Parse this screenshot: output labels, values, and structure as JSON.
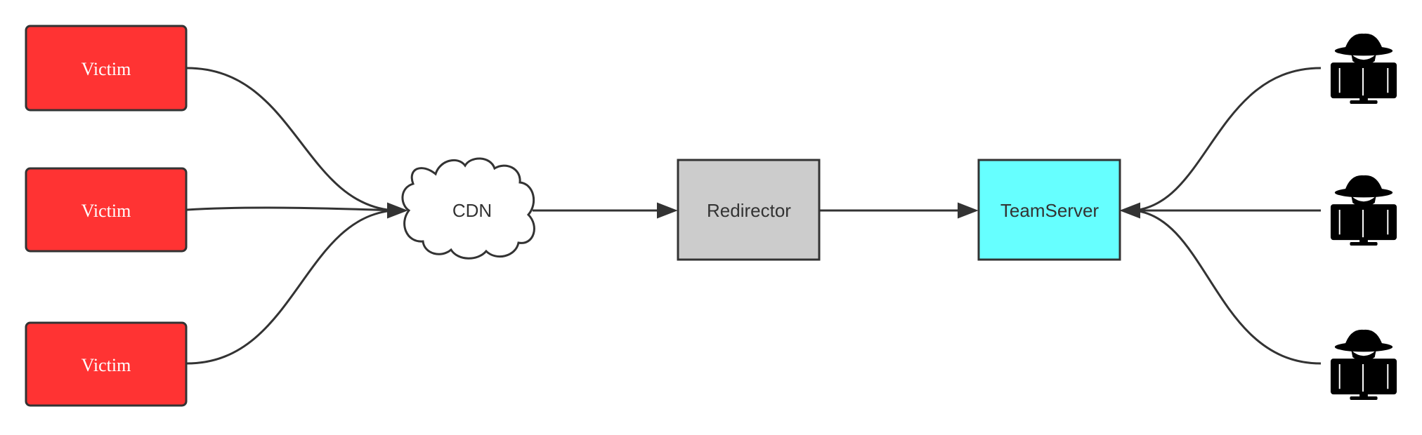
{
  "colors": {
    "victim_fill": "#FF3333",
    "redirector_fill": "#CCCCCC",
    "teamserver_fill": "#66FFFF",
    "cloud_fill": "#FFFFFF",
    "line": "#333333",
    "hacker_icon": "#000000"
  },
  "victims": [
    {
      "label": "Victim"
    },
    {
      "label": "Victim"
    },
    {
      "label": "Victim"
    }
  ],
  "cdn": {
    "label": "CDN",
    "shape": "cloud"
  },
  "redirector": {
    "label": "Redirector"
  },
  "teamserver": {
    "label": "TeamServer"
  },
  "operators": [
    {
      "icon": "hacker-icon"
    },
    {
      "icon": "hacker-icon"
    },
    {
      "icon": "hacker-icon"
    }
  ],
  "edges": [
    {
      "from": "victim-1",
      "to": "cdn"
    },
    {
      "from": "victim-2",
      "to": "cdn"
    },
    {
      "from": "victim-3",
      "to": "cdn"
    },
    {
      "from": "cdn",
      "to": "redirector"
    },
    {
      "from": "redirector",
      "to": "teamserver"
    },
    {
      "from": "operator-1",
      "to": "teamserver"
    },
    {
      "from": "operator-2",
      "to": "teamserver"
    },
    {
      "from": "operator-3",
      "to": "teamserver"
    }
  ]
}
